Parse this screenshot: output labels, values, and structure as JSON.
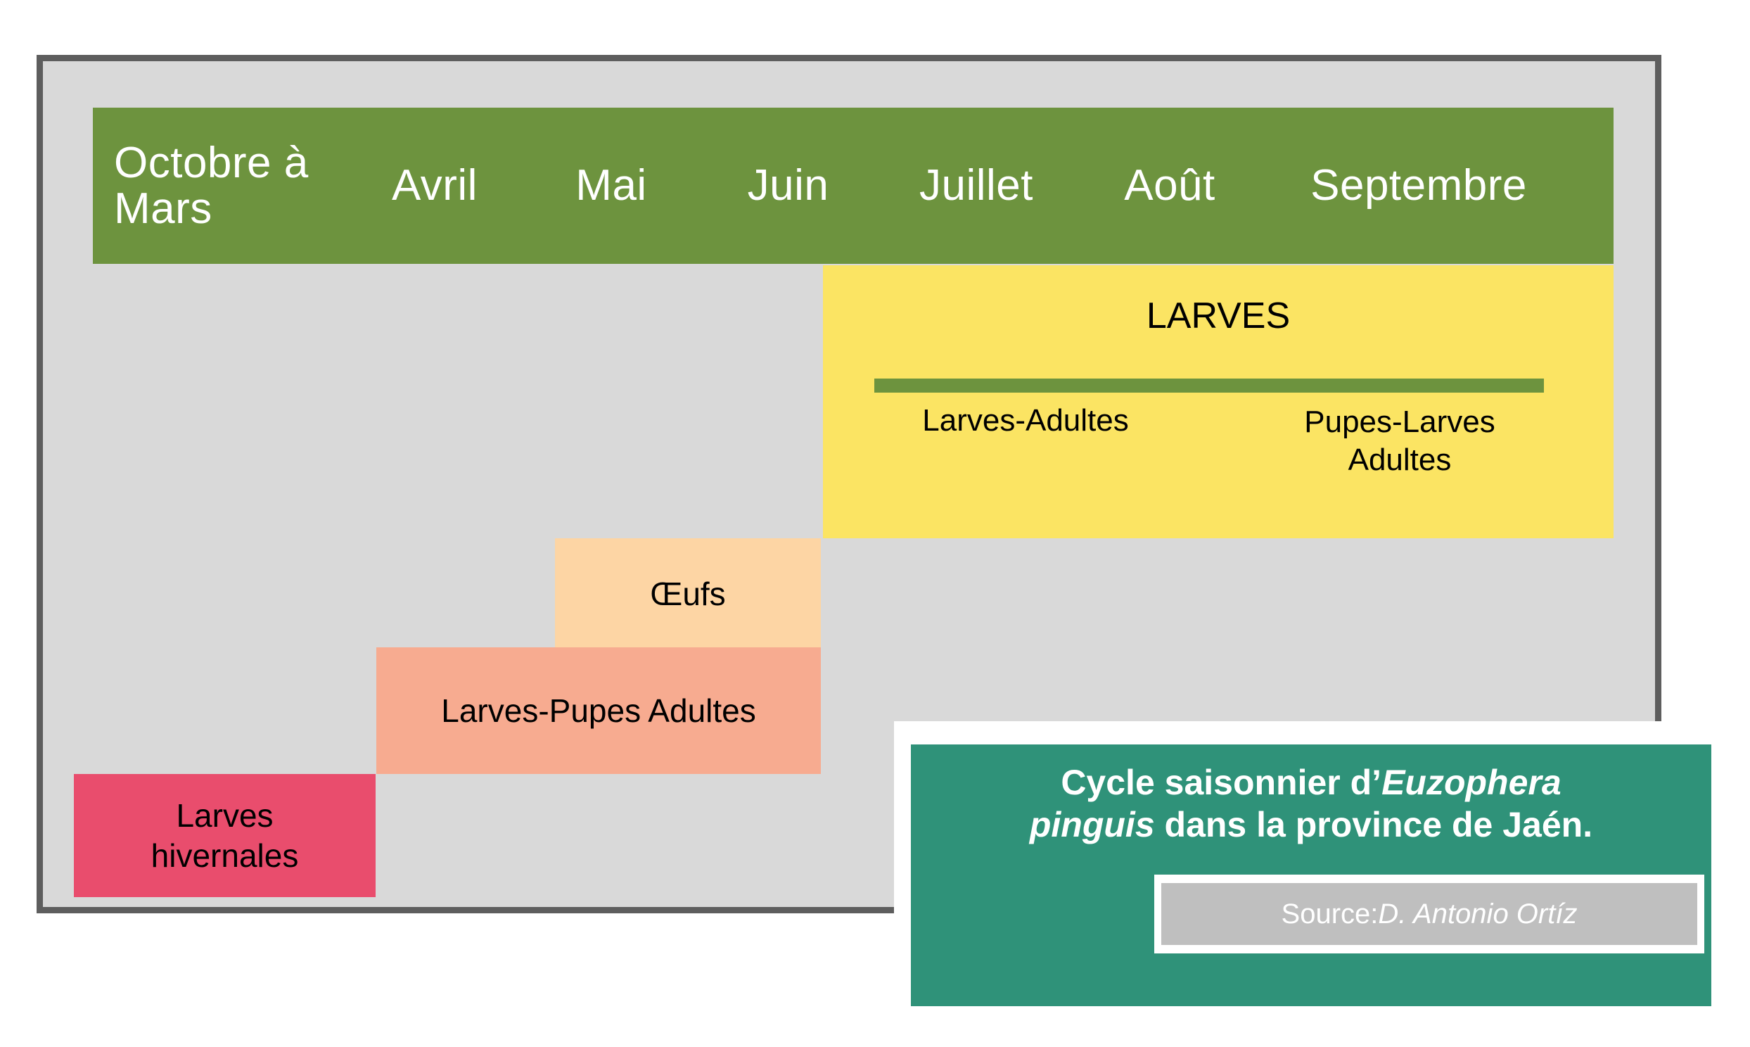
{
  "diagram": {
    "background_color": "#d9d9d9",
    "frame_border_color": "#5e5e5e",
    "timeline": {
      "band_color": "#6d933e",
      "months": [
        {
          "label": "Octobre à\nMars"
        },
        {
          "label": "Avril"
        },
        {
          "label": "Mai"
        },
        {
          "label": "Juin"
        },
        {
          "label": "Juillet"
        },
        {
          "label": "Août"
        },
        {
          "label": "Septembre"
        }
      ]
    },
    "larves_band": {
      "color": "#fbe463",
      "title": "LARVES",
      "rule_color": "#6d933e",
      "sub_left": "Larves-Adultes",
      "sub_right": "Pupes-Larves\nAdultes"
    },
    "stages": [
      {
        "name": "oeufs",
        "label": "Œufs",
        "color": "#fdd5a4"
      },
      {
        "name": "larves-pupes-adultes",
        "label": "Larves-Pupes Adultes",
        "color": "#f7ab90"
      },
      {
        "name": "larves-hivernales",
        "label": "Larves\nhivernales",
        "color": "#e94d6d"
      }
    ],
    "card": {
      "background_color": "#2f9279",
      "title_part1": "Cycle saisonnier d’",
      "title_species1": "Euzophera",
      "title_species2": "pinguis",
      "title_part2": " dans la province de Jaén.",
      "source_label": "Source: ",
      "source_value": "D. Antonio Ortíz"
    }
  }
}
